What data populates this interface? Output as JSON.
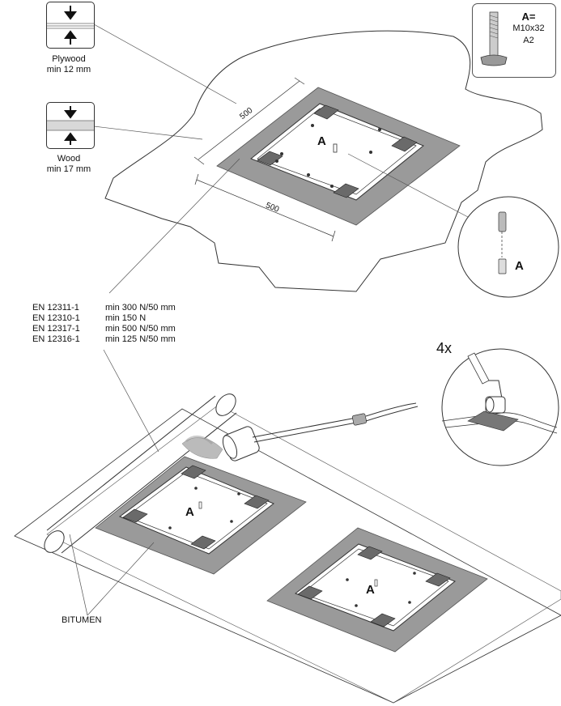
{
  "materials": [
    {
      "name": "Plywood",
      "min": "min 12 mm"
    },
    {
      "name": "Wood",
      "min": "min 17 mm"
    }
  ],
  "dimensions": {
    "width": "500",
    "depth": "500"
  },
  "part_label": "A",
  "bolt": {
    "label": "A=",
    "size": "M10x32",
    "grade": "A2"
  },
  "standards": [
    {
      "code": "EN 12311-1",
      "value": "min 300 N/50 mm"
    },
    {
      "code": "EN 12310-1",
      "value": "min 150 N"
    },
    {
      "code": "EN 12317-1",
      "value": "min 500 N/50 mm"
    },
    {
      "code": "EN 12316-1",
      "value": "min 125 N/50 mm"
    }
  ],
  "count_label": "4x",
  "bitumen_label": "BITUMEN",
  "icons": [
    "arrow-down-icon",
    "arrow-up-icon",
    "bolt-icon",
    "torch-icon",
    "roller-icon"
  ]
}
